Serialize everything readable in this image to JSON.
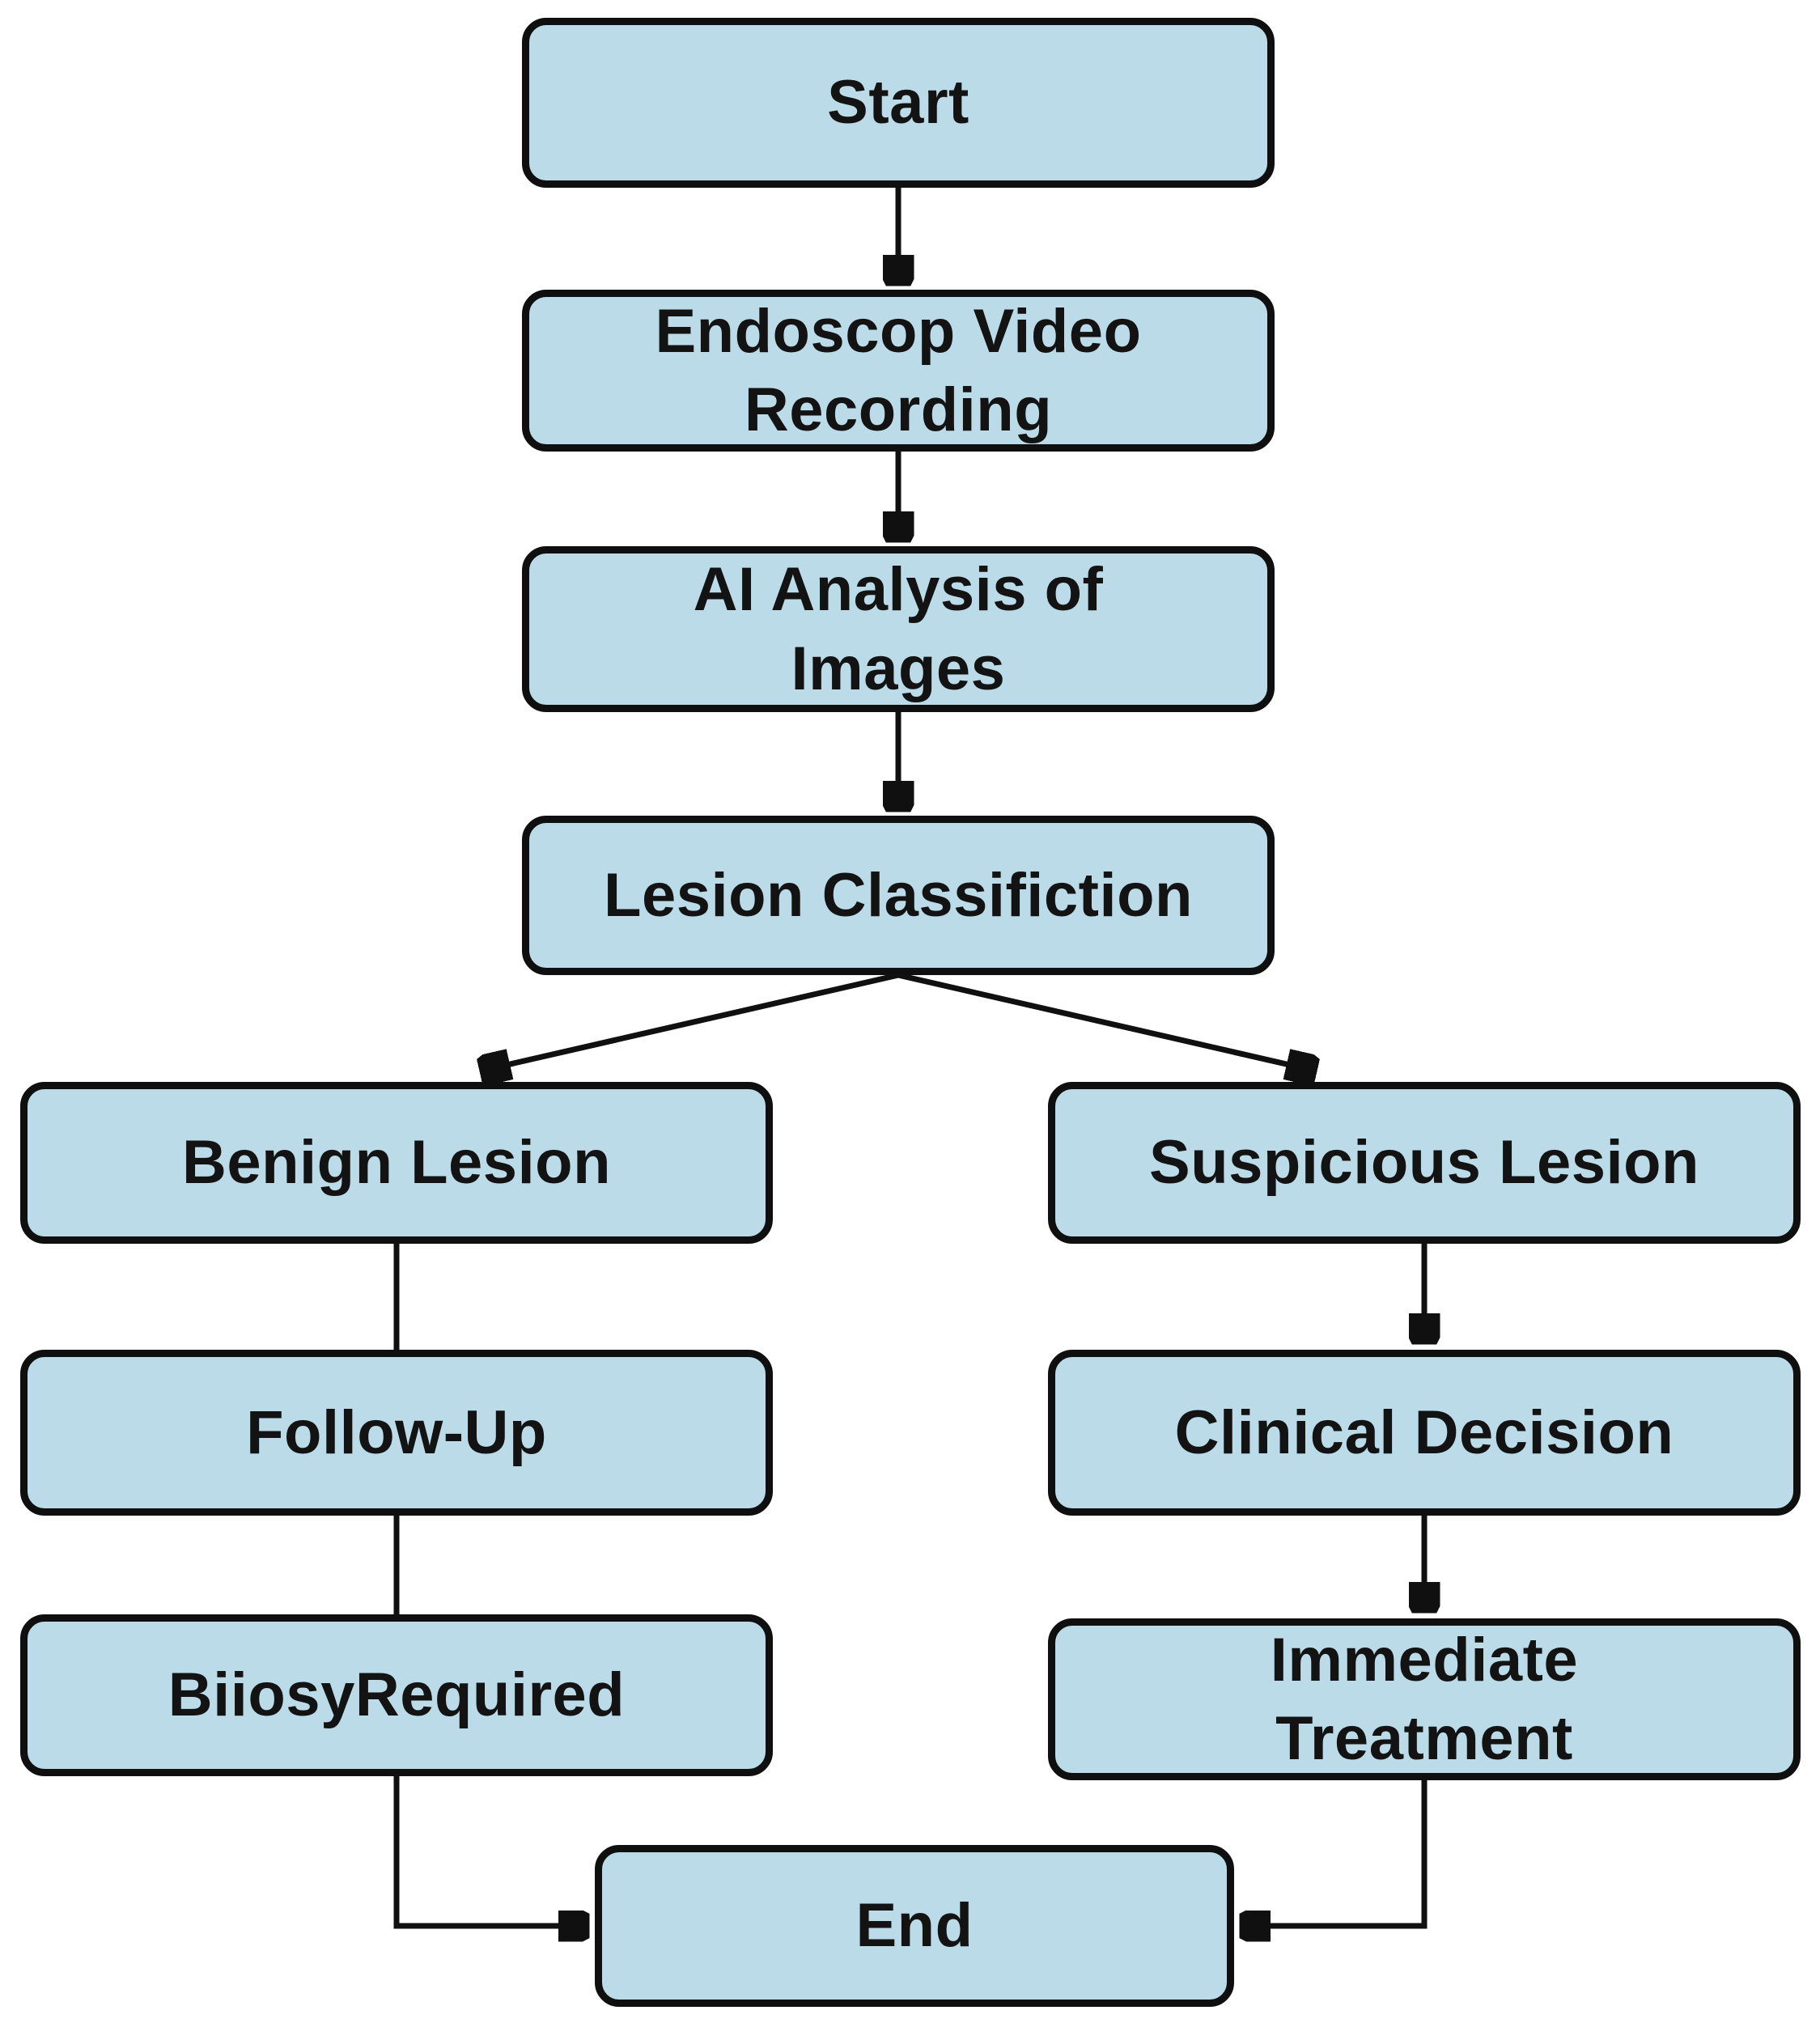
{
  "figure": {
    "type": "flowchart",
    "background_color": "#ffffff",
    "node_fill_color": "#badbe7",
    "node_border_color": "#0f0f0f",
    "connector_color": "#101010",
    "nodes": [
      {
        "id": "start",
        "label": "Start"
      },
      {
        "id": "endoscopy-video-recording",
        "label": "Endoscop Video\nRecording"
      },
      {
        "id": "ai-analysis-of-images",
        "label": "AI Analysis of\nImages"
      },
      {
        "id": "lesion-classification",
        "label": "Lesion Classifiction"
      },
      {
        "id": "benign-lesion",
        "label": "Benign Lesion"
      },
      {
        "id": "suspicious-lesion",
        "label": "Suspicious Lesion"
      },
      {
        "id": "follow-up",
        "label": "Follow-Up"
      },
      {
        "id": "clinical-decision",
        "label": "Clinical Decision"
      },
      {
        "id": "biopsy-required",
        "label": "BiiosyRequired"
      },
      {
        "id": "immediate-treatment",
        "label": "Immediate\nTreatment"
      },
      {
        "id": "end",
        "label": "End"
      }
    ],
    "edges": [
      {
        "from": "start",
        "to": "endoscopy-video-recording",
        "arrowhead": true
      },
      {
        "from": "endoscopy-video-recording",
        "to": "ai-analysis-of-images",
        "arrowhead": true
      },
      {
        "from": "ai-analysis-of-images",
        "to": "lesion-classification",
        "arrowhead": true
      },
      {
        "from": "lesion-classification",
        "to": "benign-lesion",
        "arrowhead": true
      },
      {
        "from": "lesion-classification",
        "to": "suspicious-lesion",
        "arrowhead": true
      },
      {
        "from": "benign-lesion",
        "to": "follow-up",
        "arrowhead": false
      },
      {
        "from": "suspicious-lesion",
        "to": "clinical-decision",
        "arrowhead": true
      },
      {
        "from": "follow-up",
        "to": "biopsy-required",
        "arrowhead": false
      },
      {
        "from": "clinical-decision",
        "to": "immediate-treatment",
        "arrowhead": true
      },
      {
        "from": "biopsy-required",
        "to": "end",
        "arrowhead": true
      },
      {
        "from": "immediate-treatment",
        "to": "end",
        "arrowhead": true
      }
    ]
  }
}
